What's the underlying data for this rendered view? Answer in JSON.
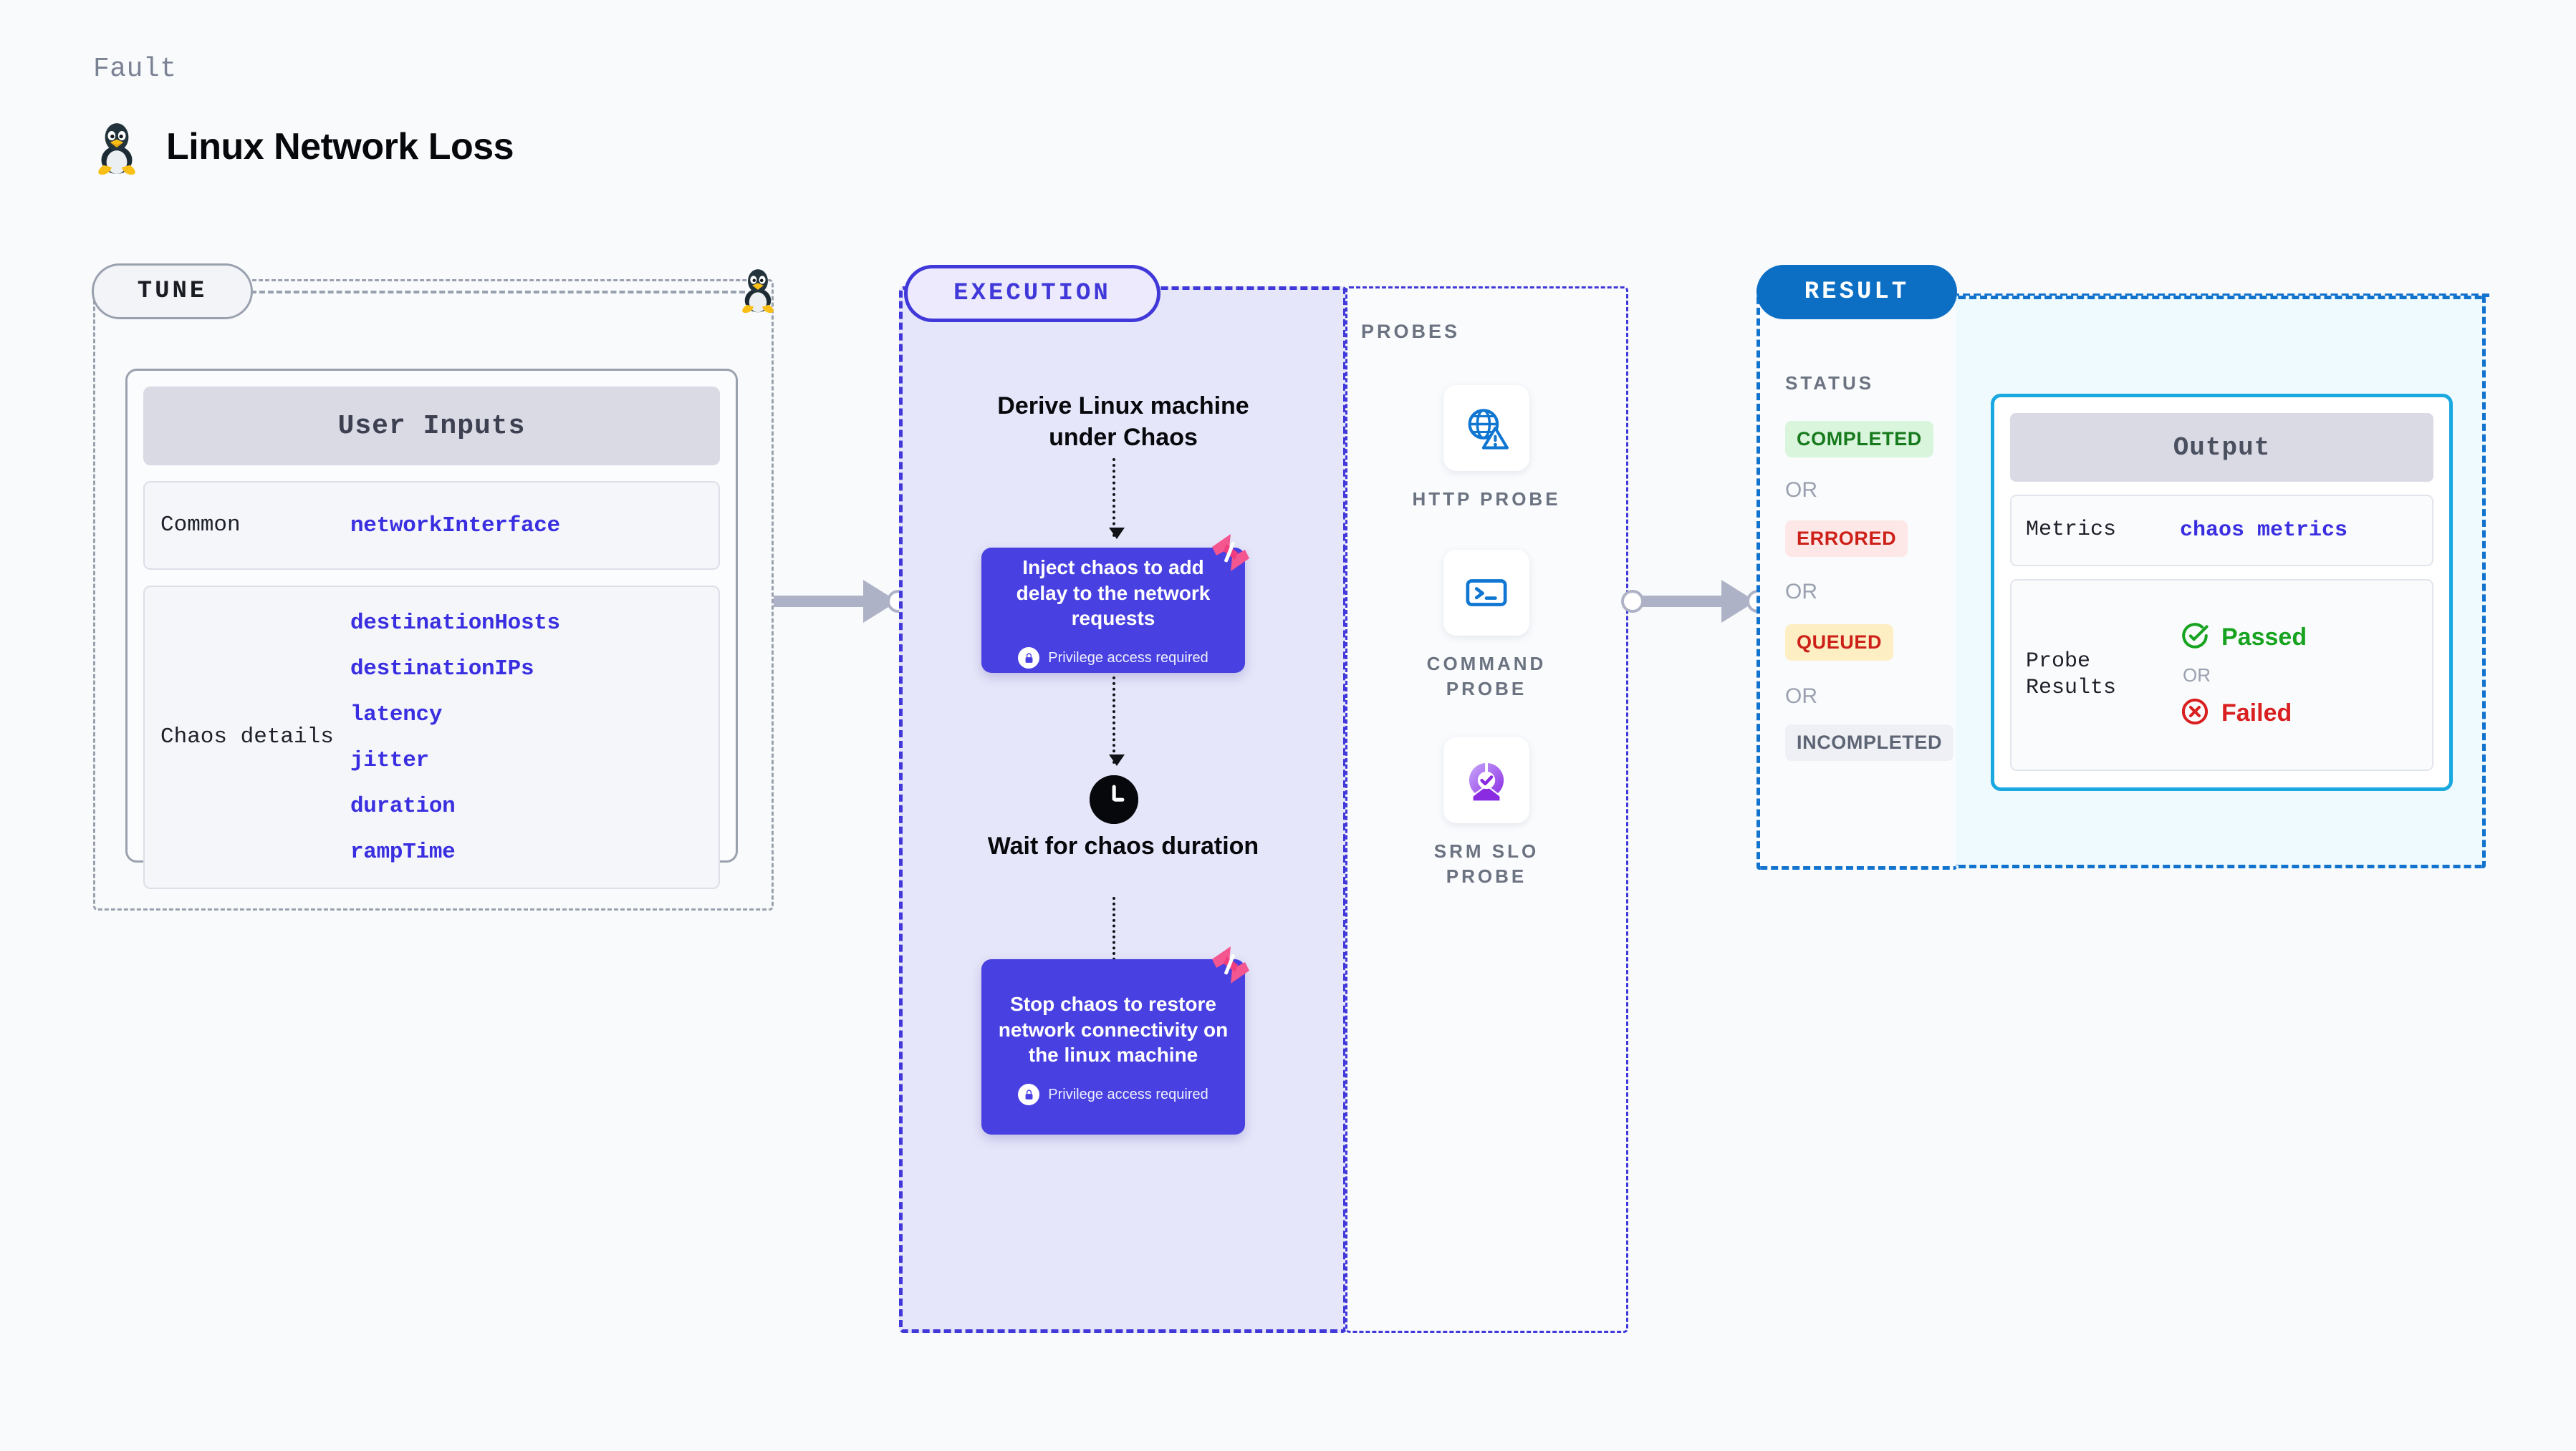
{
  "header": {
    "eyebrow": "Fault",
    "title": "Linux Network Loss",
    "icon": "linux-penguin-icon"
  },
  "tune": {
    "badge": "TUNE",
    "corner_icon": "linux-penguin-icon",
    "card_title": "User Inputs",
    "rows": [
      {
        "label": "Common",
        "values": [
          "networkInterface"
        ]
      },
      {
        "label": "Chaos details",
        "values": [
          "destinationHosts",
          "destinationIPs",
          "latency",
          "jitter",
          "duration",
          "rampTime"
        ]
      }
    ]
  },
  "execution": {
    "badge": "EXECUTION",
    "steps": [
      {
        "type": "text",
        "label": "Derive Linux machine under Chaos"
      },
      {
        "type": "node",
        "label": "Inject chaos to add delay to the network requests",
        "privilege": "Privilege access required",
        "badge_icon": "lock-icon",
        "corner_icon": "harness-logo-icon"
      },
      {
        "type": "text",
        "label": "Wait for chaos duration",
        "icon": "clock-icon"
      },
      {
        "type": "node",
        "label": "Stop chaos to restore network connectivity on the linux machine",
        "privilege": "Privilege access required",
        "badge_icon": "lock-icon",
        "corner_icon": "harness-logo-icon"
      }
    ]
  },
  "probes": {
    "label": "PROBES",
    "items": [
      {
        "caption": "HTTP PROBE",
        "icon": "globe-warning-icon"
      },
      {
        "caption": "COMMAND PROBE",
        "icon": "terminal-icon"
      },
      {
        "caption": "SRM SLO PROBE",
        "icon": "slo-donut-check-icon"
      }
    ]
  },
  "result": {
    "badge": "RESULT",
    "status_label": "STATUS",
    "or": "OR",
    "statuses": [
      {
        "text": "COMPLETED",
        "bg": "#d9f5dc",
        "color": "#177a1d"
      },
      {
        "text": "ERRORED",
        "bg": "#fde8e7",
        "color": "#cc2018"
      },
      {
        "text": "QUEUED",
        "bg": "#fdeec4",
        "color": "#cc2018"
      },
      {
        "text": "INCOMPLETED",
        "bg": "#eef0f5",
        "color": "#5d6474"
      }
    ],
    "output": {
      "title": "Output",
      "metrics_label": "Metrics",
      "metrics_value": "chaos metrics",
      "probe_label": "Probe Results",
      "passed": "Passed",
      "failed": "Failed",
      "or": "OR"
    }
  },
  "colors": {
    "accent_purple": "#4840e0",
    "accent_blue": "#0d6fc4",
    "accent_cyan": "#19a8e0",
    "pink": "#f4568f",
    "param_blue": "#3a2fe0",
    "page_bg": "#f8fafc"
  }
}
